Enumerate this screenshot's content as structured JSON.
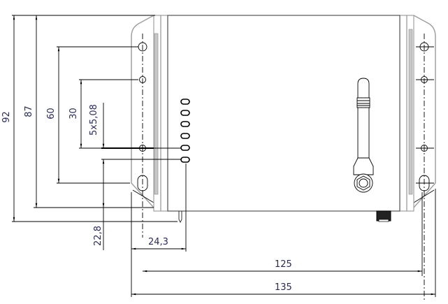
{
  "drawing": {
    "type": "technical dimension drawing",
    "subject": "enclosure with mounting flanges, LED indicators and antenna"
  },
  "dimensions": {
    "overall_height": "92",
    "flange_height": "87",
    "hole_spacing_outer": "60",
    "hole_spacing_inner": "30",
    "led_pitch": "5x5,08",
    "led_offset_vertical": "22,8",
    "led_offset_horizontal": "24,3",
    "hole_span_width": "125",
    "overall_width": "135"
  },
  "features": {
    "led_count": 6,
    "mount_holes_per_side": 4,
    "antenna": "antenna-icon",
    "connector": "connector-icon"
  },
  "colors": {
    "line": "#000000",
    "outline_gray": "#a0a0a0",
    "dimension_text": "#2a2a5a"
  }
}
